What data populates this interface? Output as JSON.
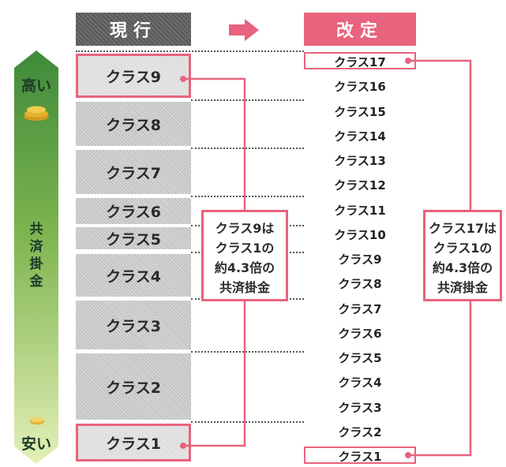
{
  "headers": {
    "current": "現行",
    "revised": "改定"
  },
  "side": {
    "high": "高い",
    "low": "安い",
    "middle": "共済掛金"
  },
  "current_classes": [
    "クラス9",
    "クラス8",
    "クラス7",
    "クラス6",
    "クラス5",
    "クラス4",
    "クラス3",
    "クラス2",
    "クラス1"
  ],
  "revised_classes": [
    "クラス17",
    "クラス16",
    "クラス15",
    "クラス14",
    "クラス13",
    "クラス12",
    "クラス11",
    "クラス10",
    "クラス9",
    "クラス8",
    "クラス7",
    "クラス6",
    "クラス5",
    "クラス4",
    "クラス3",
    "クラス2",
    "クラス1"
  ],
  "callouts": {
    "current": [
      "クラス9は",
      "クラス1の",
      "約4.3倍の",
      "共済掛金"
    ],
    "revised": [
      "クラス17は",
      "クラス1の",
      "約4.3倍の",
      "共済掛金"
    ]
  },
  "colors": {
    "accent": "#e8637d",
    "green_top": "#3e8a3a",
    "green_bottom": "#d3ea9e",
    "gold": "#e6b030"
  }
}
